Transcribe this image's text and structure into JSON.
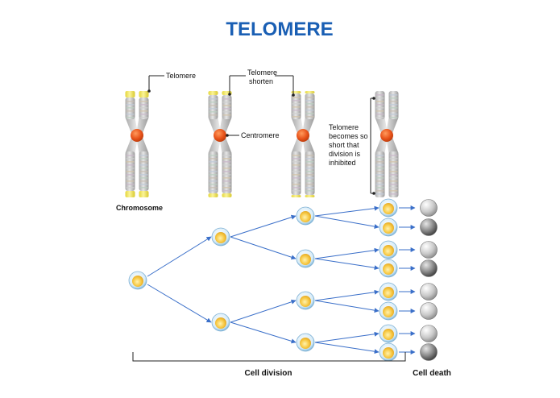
{
  "title": "TELOMERE",
  "labels": {
    "telomere": "Telomere",
    "telomere_shorten_line1": "Telomere",
    "telomere_shorten_line2": "shorten",
    "centromere": "Centromere",
    "inhibited_line1": "Telomere",
    "inhibited_line2": "becomes so",
    "inhibited_line3": "short that",
    "inhibited_line4": "division is",
    "inhibited_line5": "inhibited",
    "chromosome": "Chromosome",
    "cell_division": "Cell division",
    "cell_death": "Cell death"
  },
  "colors": {
    "title": "#1a5fb4",
    "telomere_cap": "#f2e64a",
    "centromere": "#e8531a",
    "arrow": "#3a6fc9",
    "cell_fill": "#f5c542",
    "cell_ring": "#9ecde8",
    "dead_cell": "#8e8e8e"
  },
  "stages": [
    {
      "id": "normal",
      "telomere_length": "long"
    },
    {
      "id": "shortened-1",
      "telomere_length": "shorter"
    },
    {
      "id": "shortened-2",
      "telomere_length": "short"
    },
    {
      "id": "critical",
      "telomere_length": "none"
    }
  ]
}
